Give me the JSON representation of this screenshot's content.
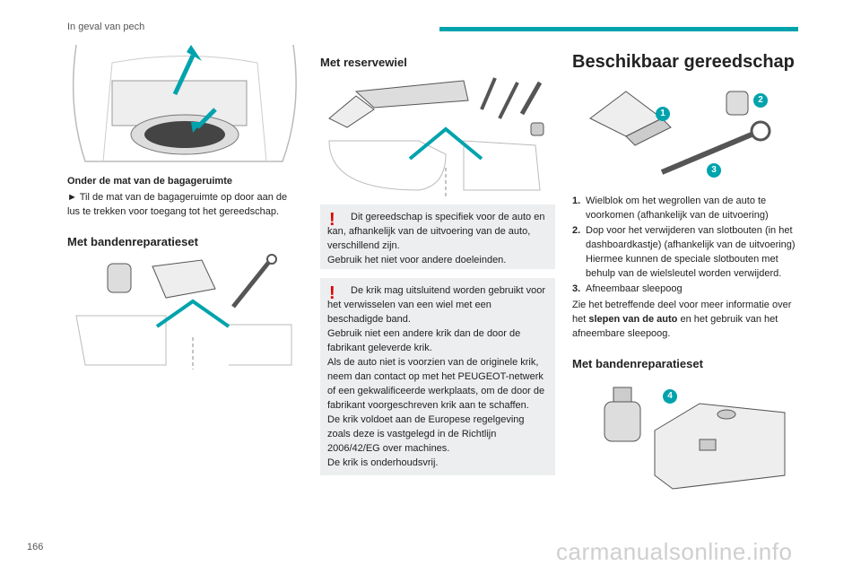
{
  "header": {
    "section": "In geval van pech",
    "accent": "#00a3ad"
  },
  "left": {
    "caption_title": "Onder de mat van de bagageruimte",
    "caption_text": "► Til de mat van de bagageruimte op door aan de lus te trekken voor toegang tot het gereedschap.",
    "heading_repair": "Met bandenreparatieset"
  },
  "middle": {
    "heading_spare": "Met reservewiel",
    "warning1": {
      "lines": [
        "Dit gereedschap is specifiek voor de auto en kan, afhankelijk van de uitvoering van de auto, verschillend zijn.",
        "Gebruik het niet voor andere doeleinden."
      ]
    },
    "warning2": {
      "lines": [
        "De krik mag uitsluitend worden gebruikt voor het verwisselen van een wiel met een beschadigde band.",
        "Gebruik niet een andere krik dan de door de fabrikant geleverde krik.",
        "Als de auto niet is voorzien van de originele krik, neem dan contact op met het PEUGEOT-netwerk of een gekwalificeerde werkplaats, om de door de fabrikant voorgeschreven krik aan te schaffen.",
        "De krik voldoet aan de Europese regelgeving zoals deze is vastgelegd in de Richtlijn 2006/42/EG over machines.",
        "De krik is onderhoudsvrij."
      ]
    }
  },
  "right": {
    "heading_tools": "Beschikbaar gereedschap",
    "badges": [
      "1",
      "2",
      "3",
      "4"
    ],
    "items": [
      {
        "num": "1.",
        "text": "Wielblok om het wegrollen van de auto te voorkomen (afhankelijk van de uitvoering)"
      },
      {
        "num": "2.",
        "text": "Dop voor het verwijderen van slotbouten (in het dashboardkastje) (afhankelijk van de uitvoering) Hiermee kunnen de speciale slotbouten met behulp van de wielsleutel worden verwijderd."
      },
      {
        "num": "3.",
        "text": "Afneembaar sleepoog"
      }
    ],
    "para_before": "Zie het betreffende deel voor meer informatie over het ",
    "para_bold": "slepen van de auto",
    "para_after": " en het gebruik van het afneembare sleepoog.",
    "heading_repair": "Met bandenreparatieset"
  },
  "footer": {
    "page_number": "166",
    "brand": "carmanualsonline.info"
  }
}
